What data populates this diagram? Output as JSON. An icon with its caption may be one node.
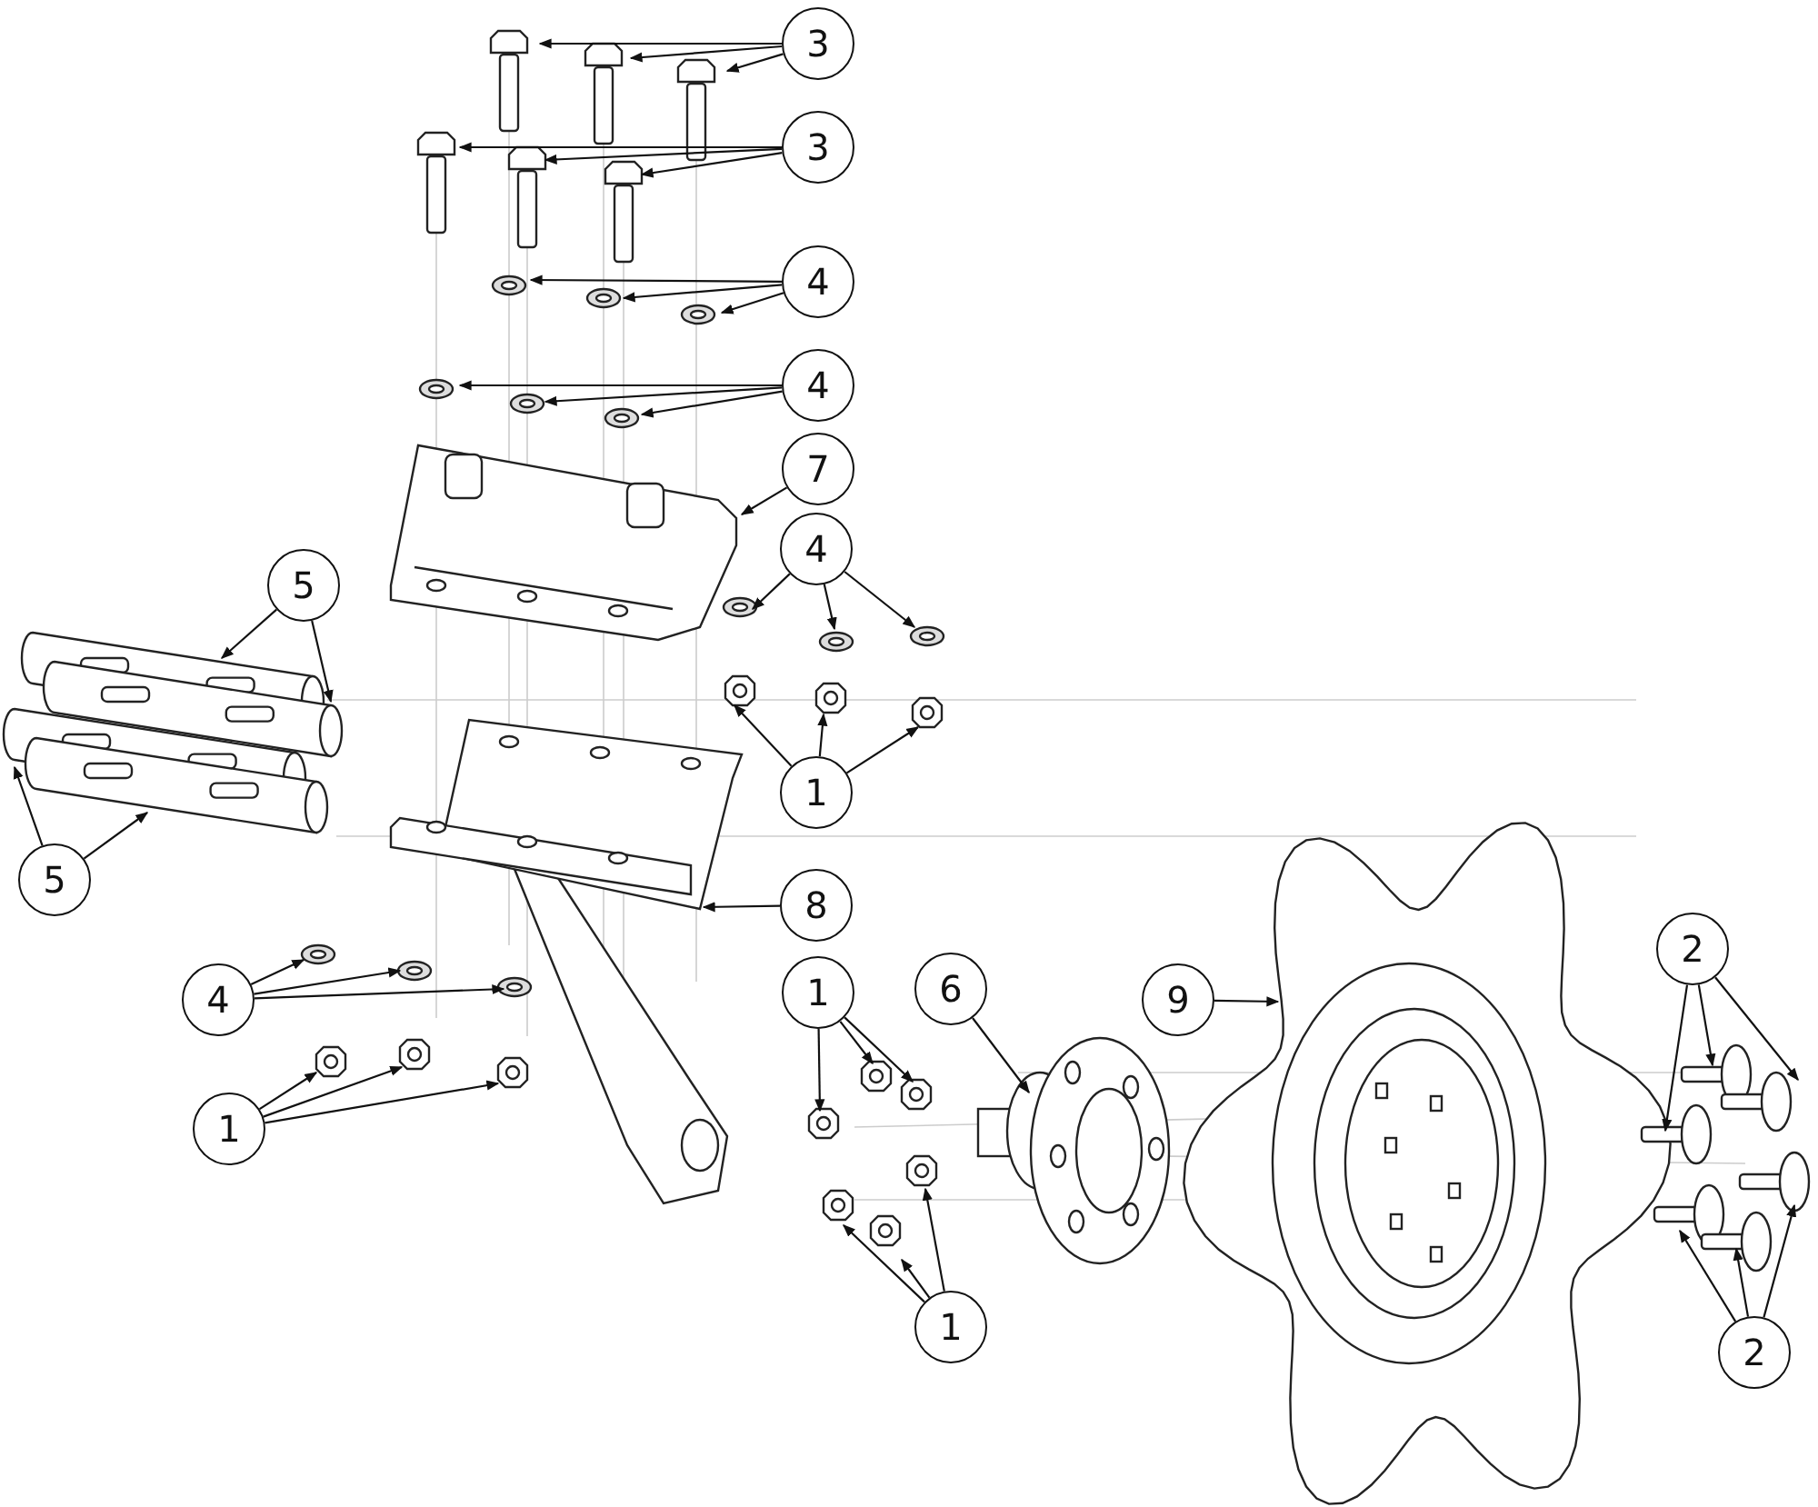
{
  "diagram": {
    "nodes": [
      {
        "text": [
          "3"
        ]
      },
      {
        "text": [
          "3"
        ]
      },
      {
        "text": [
          "4"
        ]
      },
      {
        "text": [
          "4"
        ]
      },
      {
        "text": [
          "7"
        ]
      },
      {
        "text": [
          "4"
        ]
      },
      {
        "text": [
          "5"
        ]
      },
      {
        "text": [
          "1"
        ]
      },
      {
        "text": [
          "5"
        ]
      },
      {
        "text": [
          "8"
        ]
      },
      {
        "text": [
          "2"
        ]
      },
      {
        "text": [
          "6"
        ]
      },
      {
        "text": [
          "1"
        ]
      },
      {
        "text": [
          "9"
        ]
      },
      {
        "text": [
          "4"
        ]
      },
      {
        "text": [
          "1"
        ]
      },
      {
        "text": [
          "1"
        ]
      },
      {
        "text": [
          "2"
        ]
      }
    ],
    "edges": [
      {
        "from": 0,
        "to": null,
        "arrow": "to"
      },
      {
        "from": 0,
        "to": null,
        "arrow": "to"
      },
      {
        "from": 0,
        "to": null,
        "arrow": "to"
      },
      {
        "from": 1,
        "to": null,
        "arrow": "to"
      },
      {
        "from": 1,
        "to": null,
        "arrow": "to"
      },
      {
        "from": 1,
        "to": null,
        "arrow": "to"
      },
      {
        "from": 2,
        "to": null,
        "arrow": "to"
      },
      {
        "from": 2,
        "to": null,
        "arrow": "to"
      },
      {
        "from": 2,
        "to": null,
        "arrow": "to"
      },
      {
        "from": 3,
        "to": null,
        "arrow": "to"
      },
      {
        "from": 3,
        "to": null,
        "arrow": "to"
      },
      {
        "from": 3,
        "to": null,
        "arrow": "to"
      },
      {
        "from": 4,
        "to": null,
        "arrow": "to"
      },
      {
        "from": 5,
        "to": null,
        "arrow": "to"
      },
      {
        "from": 5,
        "to": null,
        "arrow": "to"
      },
      {
        "from": 5,
        "to": null,
        "arrow": "to"
      },
      {
        "from": 6,
        "to": null,
        "arrow": "to"
      },
      {
        "from": 6,
        "to": null,
        "arrow": "to"
      },
      {
        "from": 7,
        "to": null,
        "arrow": "to"
      },
      {
        "from": 7,
        "to": null,
        "arrow": "to"
      },
      {
        "from": 7,
        "to": null,
        "arrow": "to"
      },
      {
        "from": 8,
        "to": null,
        "arrow": "to"
      },
      {
        "from": 8,
        "to": null,
        "arrow": "to"
      },
      {
        "from": 9,
        "to": null,
        "arrow": "to"
      },
      {
        "from": 10,
        "to": null,
        "arrow": "to"
      },
      {
        "from": 10,
        "to": null,
        "arrow": "to"
      },
      {
        "from": 10,
        "to": null,
        "arrow": "to"
      },
      {
        "from": 11,
        "to": null,
        "arrow": "to"
      },
      {
        "from": 12,
        "to": null,
        "arrow": "to"
      },
      {
        "from": 12,
        "to": null,
        "arrow": "to"
      },
      {
        "from": 12,
        "to": null,
        "arrow": "to"
      },
      {
        "from": 13,
        "to": null,
        "arrow": "to"
      },
      {
        "from": 14,
        "to": null,
        "arrow": "to"
      },
      {
        "from": 14,
        "to": null,
        "arrow": "to"
      },
      {
        "from": 14,
        "to": null,
        "arrow": "to"
      },
      {
        "from": 15,
        "to": null,
        "arrow": "to"
      },
      {
        "from": 15,
        "to": null,
        "arrow": "to"
      },
      {
        "from": 15,
        "to": null,
        "arrow": "to"
      },
      {
        "from": 16,
        "to": null,
        "arrow": "to"
      },
      {
        "from": 16,
        "to": null,
        "arrow": "to"
      },
      {
        "from": 16,
        "to": null,
        "arrow": "to"
      },
      {
        "from": 17,
        "to": null,
        "arrow": "to"
      },
      {
        "from": 17,
        "to": null,
        "arrow": "to"
      },
      {
        "from": 17,
        "to": null,
        "arrow": "to"
      }
    ]
  }
}
